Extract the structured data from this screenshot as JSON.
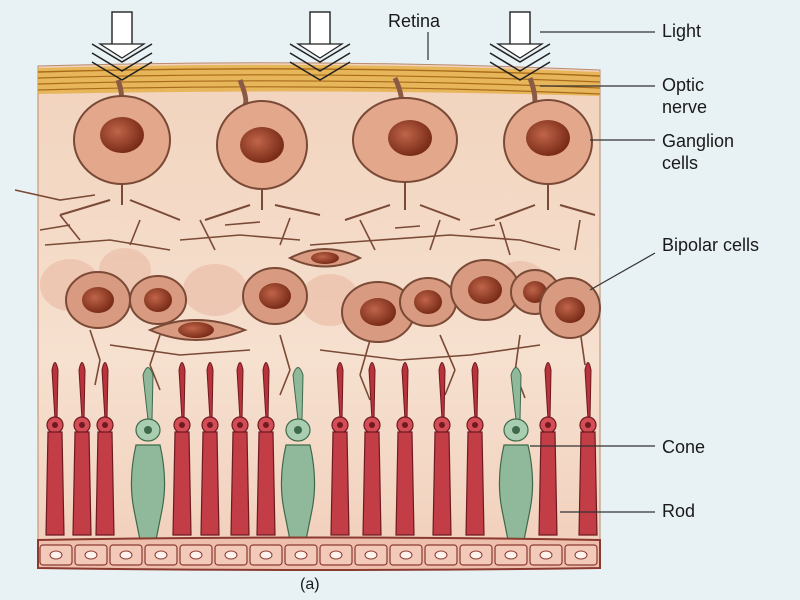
{
  "labels": {
    "retina": "Retina",
    "light": "Light",
    "optic_nerve": "Optic nerve",
    "ganglion_cells": "Ganglion cells",
    "bipolar_cells": "Bipolar cells",
    "cone": "Cone",
    "rod": "Rod",
    "caption": "(a)"
  },
  "colors": {
    "background": "#e8f1f4",
    "tissue": "#f3d9c6",
    "optic_fiber": "#d9a13a",
    "cell_body": "#c98a6e",
    "nucleus": "#8e3a22",
    "rod": "#b8333c",
    "cone": "#8fb99a",
    "epithelium": "#e9b4a4"
  },
  "icons": [
    "light-arrow-icon"
  ]
}
